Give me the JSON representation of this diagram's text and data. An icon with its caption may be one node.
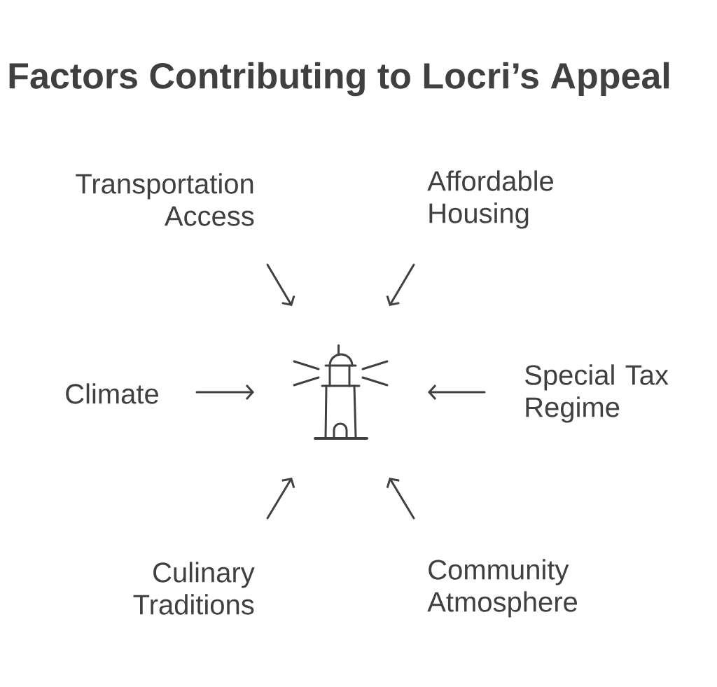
{
  "diagram": {
    "title": "Factors Contributing to Locri’s Appeal",
    "nodes": [
      {
        "text": [
          "Transportation Access"
        ]
      },
      {
        "text": [
          "Affordable Housing"
        ]
      },
      {
        "text": [
          "Climate"
        ]
      },
      {
        "text": [],
        "shape": "picture"
      },
      {
        "text": [
          "Special Tax Regime"
        ]
      },
      {
        "text": [
          "Culinary Traditions"
        ]
      },
      {
        "text": [
          "Community Atmosphere"
        ]
      }
    ],
    "edges": [
      {
        "from": 0,
        "to": 3,
        "arrow": "to"
      },
      {
        "from": 1,
        "to": 3,
        "arrow": "to"
      },
      {
        "from": 2,
        "to": 3,
        "arrow": "to"
      },
      {
        "from": 4,
        "to": 3,
        "arrow": "to"
      },
      {
        "from": 5,
        "to": 3,
        "arrow": "to"
      },
      {
        "from": 6,
        "to": 3,
        "arrow": "to"
      }
    ]
  }
}
